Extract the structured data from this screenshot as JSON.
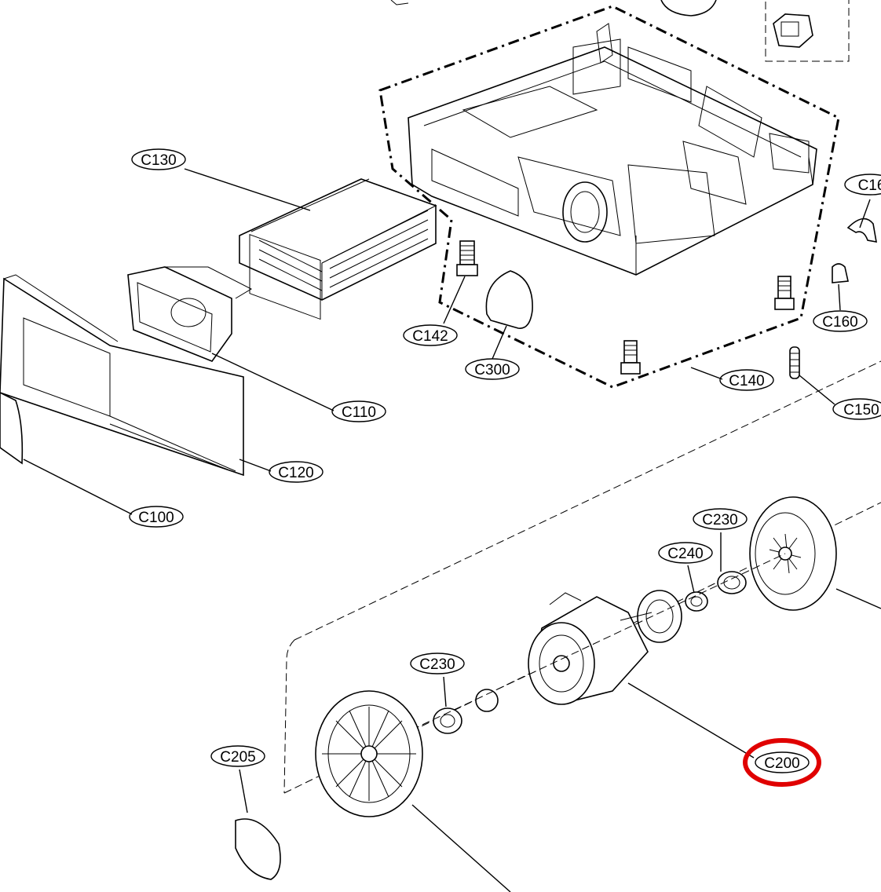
{
  "diagram": {
    "callouts": {
      "c130": "C130",
      "c16x": "C16",
      "c142": "C142",
      "c160": "C160",
      "c300": "C300",
      "c140": "C140",
      "c110": "C110",
      "c150": "C150",
      "c120": "C120",
      "c100": "C100",
      "c230_top": "C230",
      "c240": "C240",
      "c230_bottom": "C230",
      "c205": "C205",
      "c200": "C200"
    },
    "highlight": {
      "target": "c200",
      "color": "#e00000"
    }
  }
}
